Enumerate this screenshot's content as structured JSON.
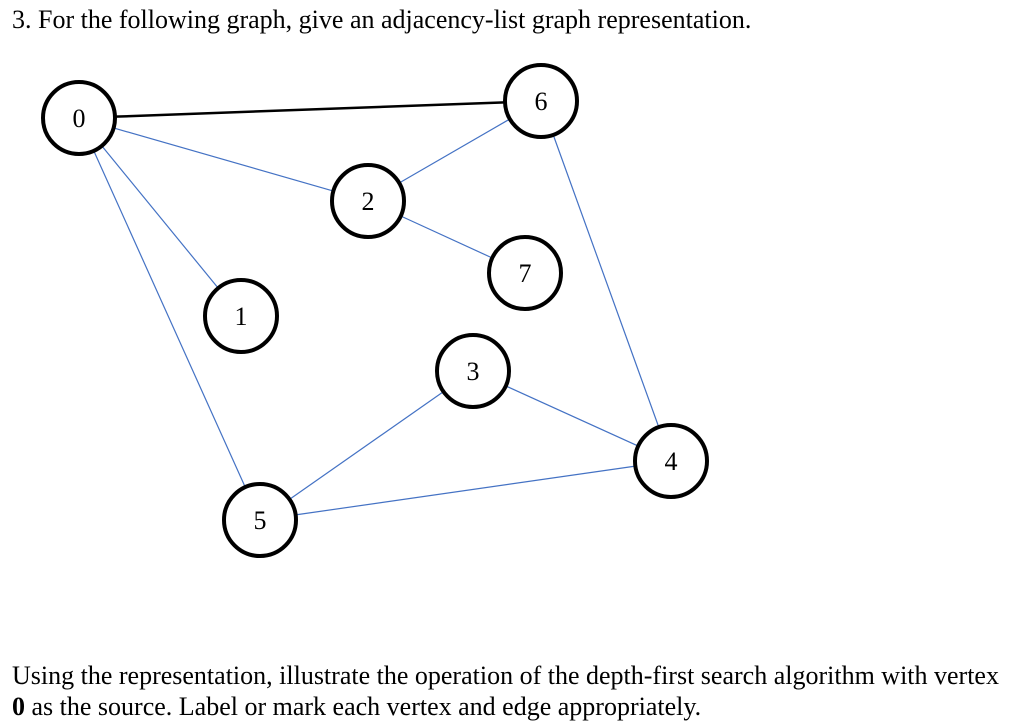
{
  "question": {
    "text": "3. For the following graph, give an adjacency-list graph representation."
  },
  "graph": {
    "vertices": [
      {
        "id": "0",
        "label": "0"
      },
      {
        "id": "1",
        "label": "1"
      },
      {
        "id": "2",
        "label": "2"
      },
      {
        "id": "3",
        "label": "3"
      },
      {
        "id": "4",
        "label": "4"
      },
      {
        "id": "5",
        "label": "5"
      },
      {
        "id": "6",
        "label": "6"
      },
      {
        "id": "7",
        "label": "7"
      }
    ],
    "edges": [
      {
        "from": "0",
        "to": "6",
        "color": "#000000"
      },
      {
        "from": "0",
        "to": "2",
        "color": "#4472c4"
      },
      {
        "from": "0",
        "to": "1",
        "color": "#4472c4"
      },
      {
        "from": "0",
        "to": "5",
        "color": "#4472c4"
      },
      {
        "from": "2",
        "to": "6",
        "color": "#4472c4"
      },
      {
        "from": "2",
        "to": "7",
        "color": "#4472c4"
      },
      {
        "from": "6",
        "to": "4",
        "color": "#4472c4"
      },
      {
        "from": "3",
        "to": "4",
        "color": "#4472c4"
      },
      {
        "from": "3",
        "to": "5",
        "color": "#4472c4"
      },
      {
        "from": "5",
        "to": "4",
        "color": "#4472c4"
      }
    ],
    "node_border_color": "#000000"
  },
  "footer": {
    "line1": "Using the representation, illustrate the operation of the depth-first search algorithm with vertex",
    "source_vertex": "0",
    "line2_rest": " as the source. Label or mark each vertex and edge appropriately."
  }
}
